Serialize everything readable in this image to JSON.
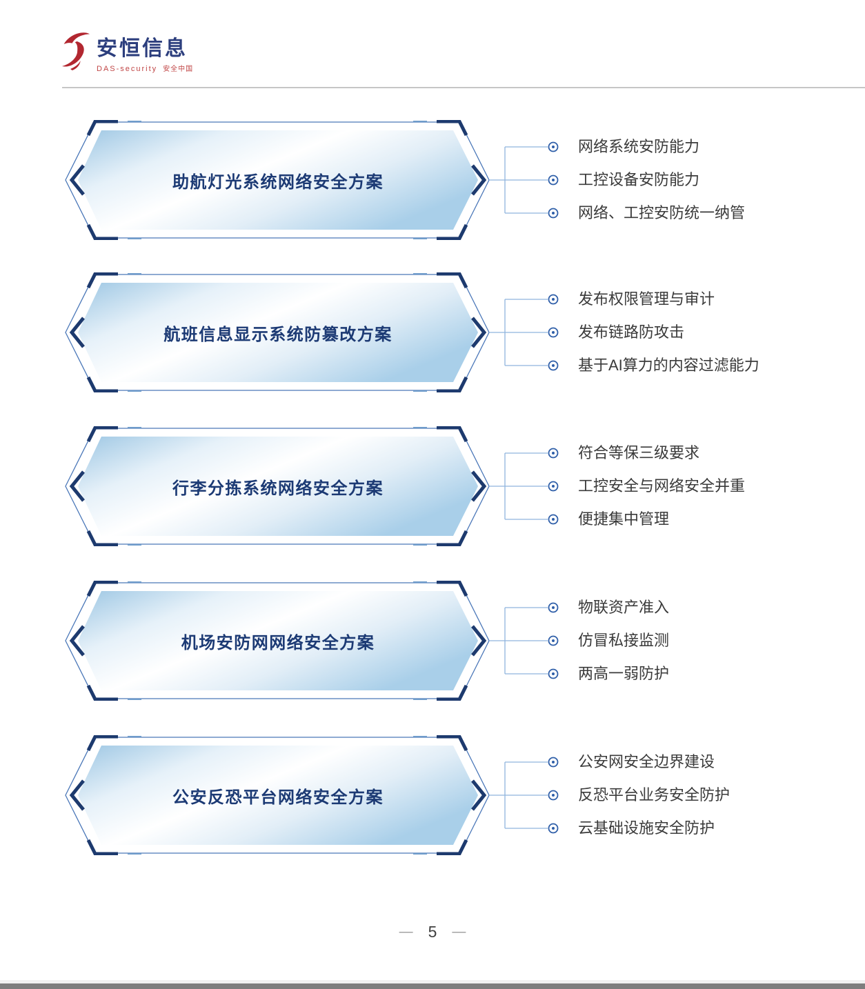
{
  "logo": {
    "brand": "安恒信息",
    "sub_en": "DAS-security",
    "sub_cn": "安全中国"
  },
  "rows": [
    {
      "title": "助航灯光系统网络安全方案",
      "bullets": [
        "网络系统安防能力",
        "工控设备安防能力",
        "网络、工控安防统一纳管"
      ]
    },
    {
      "title": "航班信息显示系统防篡改方案",
      "bullets": [
        "发布权限管理与审计",
        "发布链路防攻击",
        "基于AI算力的内容过滤能力"
      ]
    },
    {
      "title": "行李分拣系统网络安全方案",
      "bullets": [
        "符合等保三级要求",
        "工控安全与网络安全并重",
        "便捷集中管理"
      ]
    },
    {
      "title": "机场安防网网络安全方案",
      "bullets": [
        "物联资产准入",
        "仿冒私接监测",
        "两高一弱防护"
      ]
    },
    {
      "title": "公安反恐平台网络安全方案",
      "bullets": [
        "公安网安全边界建设",
        "反恐平台业务安全防护",
        "云基础设施安全防护"
      ]
    }
  ],
  "footer": {
    "page_number": "5",
    "dash": "—"
  },
  "colors": {
    "banner_title_navy": "#1c3a74",
    "banner_outline_blue": "#4a77b8",
    "corner_accent_navy": "#1d3a6e",
    "connector_line_blue": "#8fb4dd",
    "bullet_ring_blue": "#2e5ea8",
    "banner_fill_light_blue": "#9cc6e3",
    "brand_red": "#b22730",
    "brand_navy": "#2c3e7d"
  }
}
